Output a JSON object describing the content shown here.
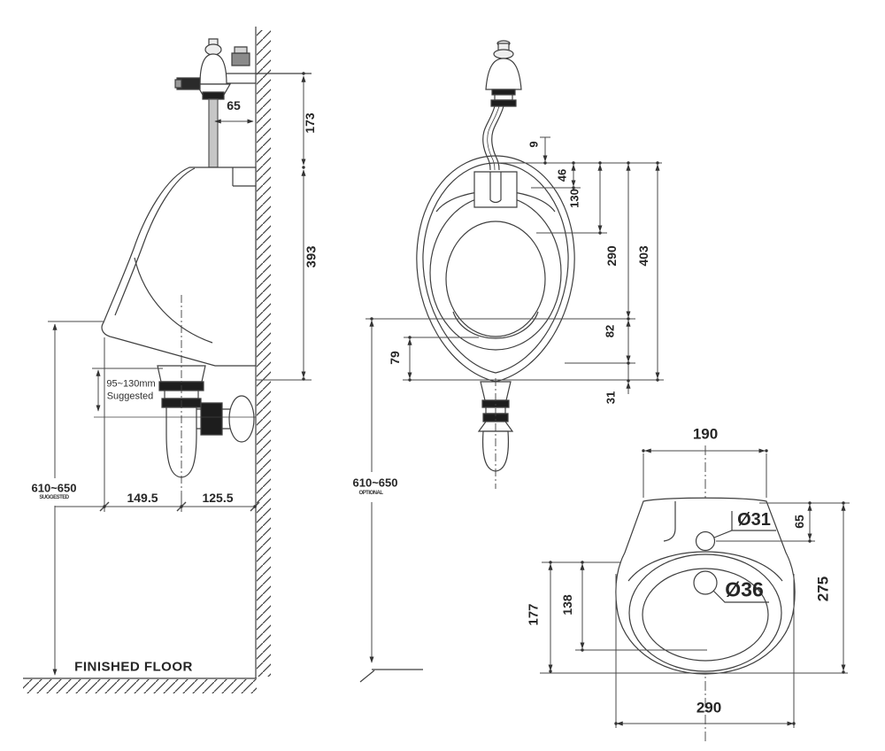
{
  "drawing_title": "Urinal installation dimension drawing (three views)",
  "colors": {
    "line": "#3f3f3f",
    "dim_line": "#4a4a4a",
    "text": "#262626",
    "fill_dark": "#1d1d1d",
    "pipe_gray": "#c6c6c6",
    "background": "#ffffff"
  },
  "side_view": {
    "dim_pipe_to_wall": "65",
    "dim_valve_drop": "173",
    "dim_body_height": "393",
    "note_spud_line1": "95~130mm",
    "note_spud_line2": "Suggested",
    "dim_rim_height": "610~650",
    "dim_rim_height_note": "SUGGESTED",
    "dim_front_to_drain": "149.5",
    "dim_drain_to_wall": "125.5",
    "floor_label": "FINISHED FLOOR"
  },
  "front_view": {
    "dim_pipe_offset": "9",
    "dim_spud_inset": "46",
    "dim_spud_depth": "130",
    "dim_bowl_height": "290",
    "dim_total_height": "403",
    "dim_below_bowl": "82",
    "dim_outlet_drop": "31",
    "dim_outlet_zone": "79",
    "dim_rim_height": "610~650",
    "dim_rim_height_note": "OPTIONAL"
  },
  "top_view": {
    "dim_back_width": "190",
    "label_inlet_hole": "Ø31",
    "dim_inlet_offset": "65",
    "label_drain_hole": "Ø36",
    "dim_drain_depth": "138",
    "dim_bowl_depth": "177",
    "dim_total_depth": "275",
    "dim_total_width": "290"
  }
}
